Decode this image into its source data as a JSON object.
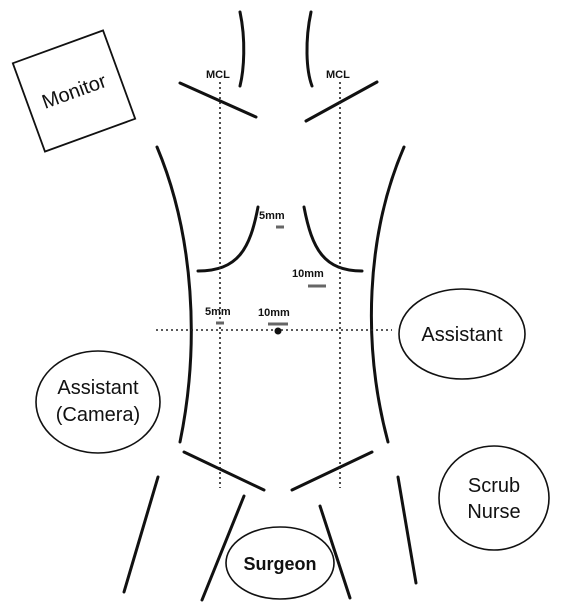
{
  "labels": {
    "monitor": "Monitor",
    "mcl_left": "MCL",
    "mcl_right": "MCL",
    "port_5mm_top": "5mm",
    "port_10mm_right": "10mm",
    "port_5mm_left": "5mm",
    "port_10mm_center": "10mm",
    "assistant_right": "Assistant",
    "assistant_camera_line1": "Assistant",
    "assistant_camera_line2": "(Camera)",
    "scrub_nurse_line1": "Scrub",
    "scrub_nurse_line2": "Nurse",
    "surgeon": "Surgeon"
  },
  "colors": {
    "ink": "#111111",
    "port_marker": "#666666"
  }
}
